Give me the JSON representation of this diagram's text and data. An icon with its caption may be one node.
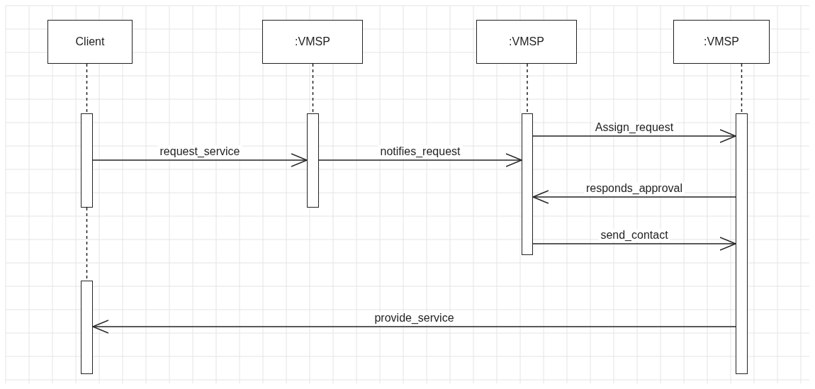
{
  "diagram": {
    "nodes": [
      {
        "text": [
          "Client"
        ]
      },
      {
        "text": [
          ":VMSP"
        ]
      },
      {
        "text": [
          ":VMSP"
        ]
      },
      {
        "text": [
          ":VMSP"
        ]
      },
      {
        "text": [],
        "shape": "bar"
      },
      {
        "text": [],
        "shape": "bar"
      },
      {
        "text": [],
        "shape": "bar"
      },
      {
        "text": [],
        "shape": "bar"
      },
      {
        "text": [],
        "shape": "bar"
      }
    ],
    "edges": [
      {
        "from": 0,
        "to": 4,
        "arrow": "none",
        "style": "dashed"
      },
      {
        "from": 4,
        "to": 5,
        "arrow": "none",
        "style": "dashed"
      },
      {
        "from": 1,
        "to": 6,
        "arrow": "none",
        "style": "dashed"
      },
      {
        "from": 2,
        "to": 7,
        "arrow": "none",
        "style": "dashed"
      },
      {
        "from": 3,
        "to": 8,
        "arrow": "none",
        "style": "dashed"
      },
      {
        "from": 4,
        "to": 6,
        "arrow": "to",
        "label": "request_service"
      },
      {
        "from": 6,
        "to": 7,
        "arrow": "to",
        "label": "notifies_request"
      },
      {
        "from": 7,
        "to": 8,
        "arrow": "to",
        "label": "Assign_request"
      },
      {
        "from": 8,
        "to": 7,
        "arrow": "to",
        "label": "responds_approval"
      },
      {
        "from": 7,
        "to": 8,
        "arrow": "to",
        "label": "send_contact"
      },
      {
        "from": 8,
        "to": 5,
        "arrow": "to",
        "label": "provide_service"
      }
    ]
  }
}
